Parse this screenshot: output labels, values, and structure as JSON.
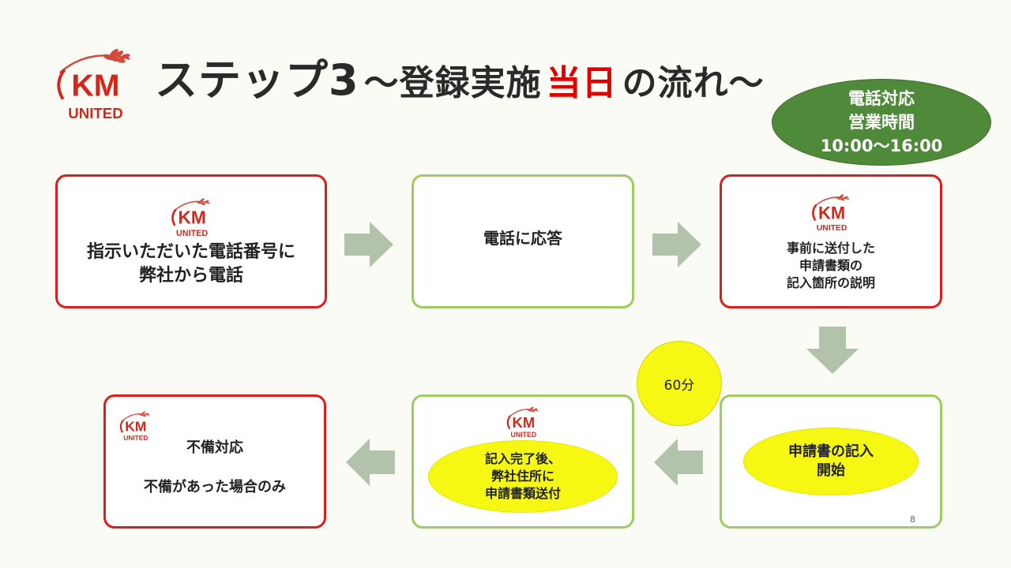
{
  "logo": {
    "letters": "KM",
    "word": "UNITED"
  },
  "title": {
    "main": "ステップ3",
    "sub_prefix": "～登録実施",
    "sub_highlight": "当日",
    "sub_suffix": "の流れ～"
  },
  "hours": {
    "line1": "電話対応",
    "line2": "営業時間",
    "line3": "10:00～16:00"
  },
  "steps": {
    "call": {
      "line1": "指示いただいた電話番号に",
      "line2": "弊社から電話"
    },
    "answer": {
      "text": "電話に応答"
    },
    "explain": {
      "line1": "事前に送付した",
      "line2": "申請書類の",
      "line3": "記入箇所の説明"
    },
    "fill": {
      "line1": "申請書の記入",
      "line2": "開始"
    },
    "send": {
      "line1": "記入完了後、",
      "line2": "弊社住所に",
      "line3": "申請書類送付"
    },
    "deficiency": {
      "title": "不備対応",
      "note": "不備があった場合のみ"
    }
  },
  "duration": "60分",
  "page_number": "8",
  "colors": {
    "red": "#e01b1b",
    "green": "#9ccc62",
    "yellow": "#f7f714",
    "dark_green": "#4e8a3a",
    "arrow": "#b3c2aa"
  }
}
